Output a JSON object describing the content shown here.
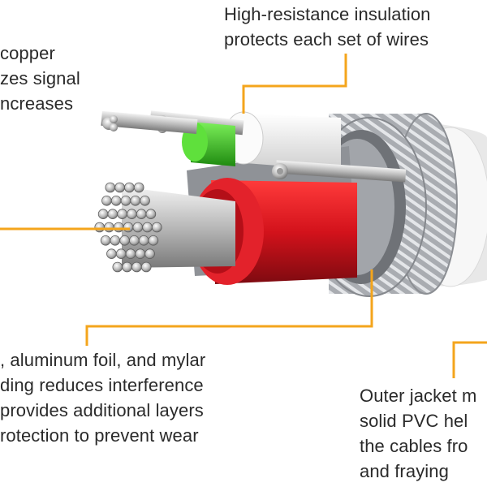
{
  "colors": {
    "leader": "#f4a51c",
    "text": "#2a2a2a",
    "red_insulation": "#d3121b",
    "green_insulation": "#3ec41e",
    "white_insulation": "#f2f2f2"
  },
  "captions": {
    "insulation": [
      "High-resistance insulation",
      "protects each set of wires"
    ],
    "copper": [
      "copper",
      "zes signal",
      "ncreases"
    ],
    "shielding": [
      ", aluminum foil, and mylar",
      "ding reduces interference",
      "provides additional layers",
      "rotection to prevent wear"
    ],
    "jacket": [
      "Outer jacket m",
      "solid PVC hel",
      "the cables fro",
      "and fraying"
    ]
  }
}
